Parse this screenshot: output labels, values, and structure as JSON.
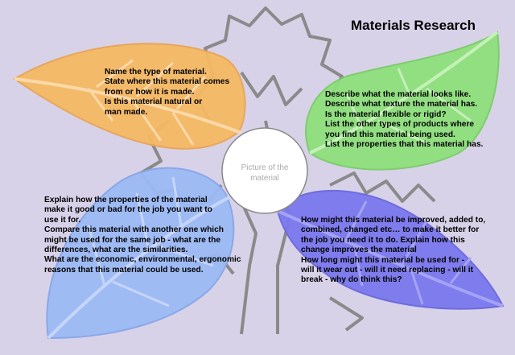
{
  "title": "Materials Research",
  "center": {
    "line1": "Picture of the",
    "line2": "material"
  },
  "leaves": {
    "orange": {
      "color": "#f5b964",
      "lines": [
        "Name the type of material.",
        "State where this material comes",
        "from or how it is made.",
        "Is this material natural or",
        "man made."
      ]
    },
    "green": {
      "color": "#8fe07d",
      "lines": [
        "Describe what the material looks like.",
        "Describe what texture the material has.",
        "Is the material flexible or rigid?",
        "List the other types of products where",
        "you find this material being used.",
        "List the properties that this material has."
      ]
    },
    "blue": {
      "color": "#9dbaf5",
      "lines": [
        "Explain how the properties of the material",
        "make it good or bad for the job you want to",
        "use it for.",
        "Compare this material with another one which",
        "might be used for the same job - what are the",
        "differences, what are the similarities.",
        "What are the economic, environmental, ergonomic",
        "reasons that this material could be used."
      ]
    },
    "purple": {
      "color": "#7b78ee",
      "lines": [
        "How might this material be improved, added to,",
        "combined, changed etc… to make it better for",
        "the job you need it to do. Explain how this",
        "change improves the material",
        "How long might this material be used for -",
        "will it wear out - will it need replacing - will it",
        "break - why do think this?"
      ]
    }
  }
}
